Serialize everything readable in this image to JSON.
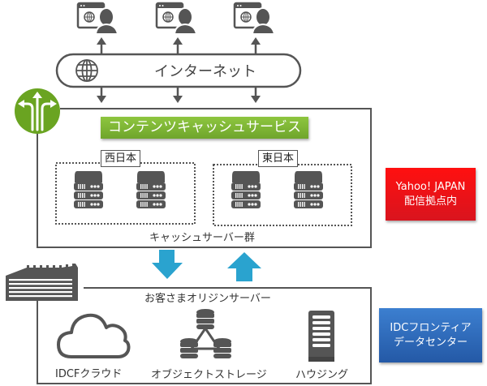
{
  "internet": {
    "label": "インターネット",
    "icon": "globe-icon"
  },
  "users": [
    {
      "icon": "browser-user-icon"
    },
    {
      "icon": "browser-user-icon"
    },
    {
      "icon": "browser-user-icon"
    }
  ],
  "cache_service": {
    "banner": "コンテンツキャッシュサービス",
    "regions": [
      {
        "label": "西日本",
        "servers": 2
      },
      {
        "label": "東日本",
        "servers": 2
      }
    ],
    "group_label": "キャッシュサーバー群",
    "badge_icon": "route-arrows-icon",
    "location": {
      "line1": "Yahoo! JAPAN",
      "line2": "配信拠点内",
      "color": "#e5141c"
    }
  },
  "origin": {
    "label": "お客さまオリジンサーバー",
    "building_icon": "datacenter-building-icon",
    "items": [
      {
        "label": "IDCFクラウド",
        "icon": "cloud-icon"
      },
      {
        "label": "オブジェクトストレージ",
        "icon": "object-storage-icon"
      },
      {
        "label": "ハウジング",
        "icon": "server-rack-icon"
      }
    ],
    "location": {
      "line1": "IDCフロンティア",
      "line2": "データセンター",
      "color": "#2f6bbf"
    }
  },
  "flow_arrows": {
    "down": "arrow-down-icon",
    "up": "arrow-up-icon",
    "color": "#2aa3cf"
  }
}
